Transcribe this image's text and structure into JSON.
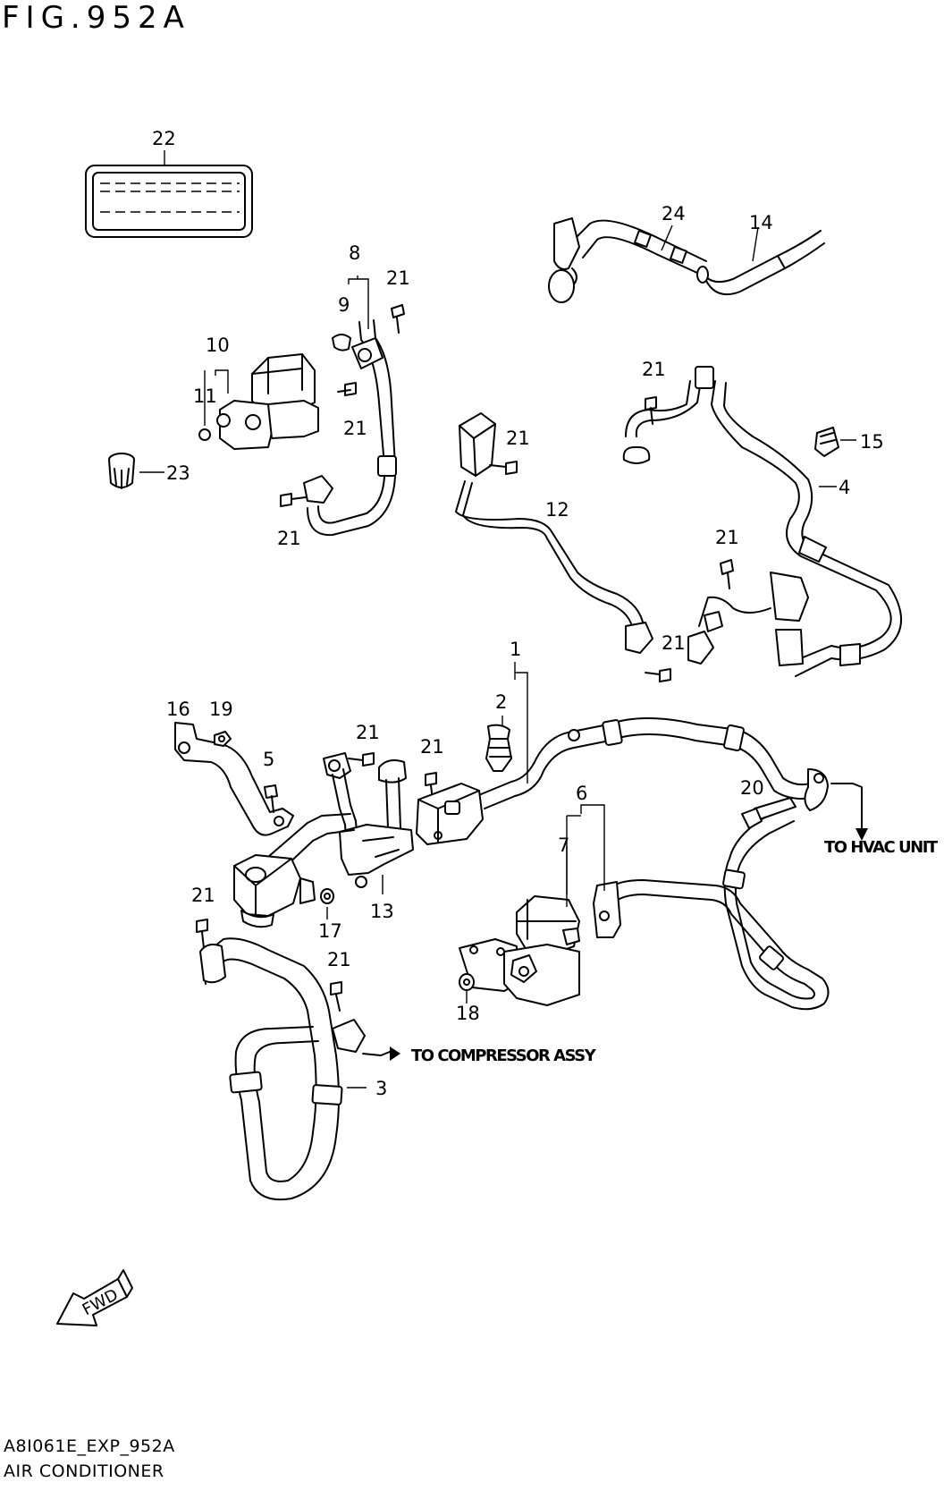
{
  "figure": {
    "title": "FIG.952A",
    "code": "A8I061E_EXP_952A",
    "name": "AIR CONDITIONER"
  },
  "callouts": [
    {
      "id": "c1",
      "text": "1"
    },
    {
      "id": "c2",
      "text": "2"
    },
    {
      "id": "c3",
      "text": "3"
    },
    {
      "id": "c4",
      "text": "4"
    },
    {
      "id": "c5",
      "text": "5"
    },
    {
      "id": "c6",
      "text": "6"
    },
    {
      "id": "c7",
      "text": "7"
    },
    {
      "id": "c8",
      "text": "8"
    },
    {
      "id": "c9",
      "text": "9"
    },
    {
      "id": "c10",
      "text": "10"
    },
    {
      "id": "c11",
      "text": "11"
    },
    {
      "id": "c12",
      "text": "12"
    },
    {
      "id": "c13",
      "text": "13"
    },
    {
      "id": "c14",
      "text": "14"
    },
    {
      "id": "c15",
      "text": "15"
    },
    {
      "id": "c16",
      "text": "16"
    },
    {
      "id": "c17",
      "text": "17"
    },
    {
      "id": "c18",
      "text": "18"
    },
    {
      "id": "c19",
      "text": "19"
    },
    {
      "id": "c20",
      "text": "20"
    },
    {
      "id": "c21a",
      "text": "21"
    },
    {
      "id": "c21b",
      "text": "21"
    },
    {
      "id": "c21c",
      "text": "21"
    },
    {
      "id": "c21d",
      "text": "21"
    },
    {
      "id": "c21e",
      "text": "21"
    },
    {
      "id": "c21f",
      "text": "21"
    },
    {
      "id": "c21g",
      "text": "21"
    },
    {
      "id": "c21h",
      "text": "21"
    },
    {
      "id": "c21i",
      "text": "21"
    },
    {
      "id": "c21j",
      "text": "21"
    },
    {
      "id": "c21k",
      "text": "21"
    },
    {
      "id": "c22",
      "text": "22"
    },
    {
      "id": "c23",
      "text": "23"
    },
    {
      "id": "c24",
      "text": "24"
    }
  ],
  "notes": {
    "hvac": "TO HVAC UNIT",
    "compressor": "TO COMPRESSOR ASSY",
    "fwd": "FWD"
  }
}
